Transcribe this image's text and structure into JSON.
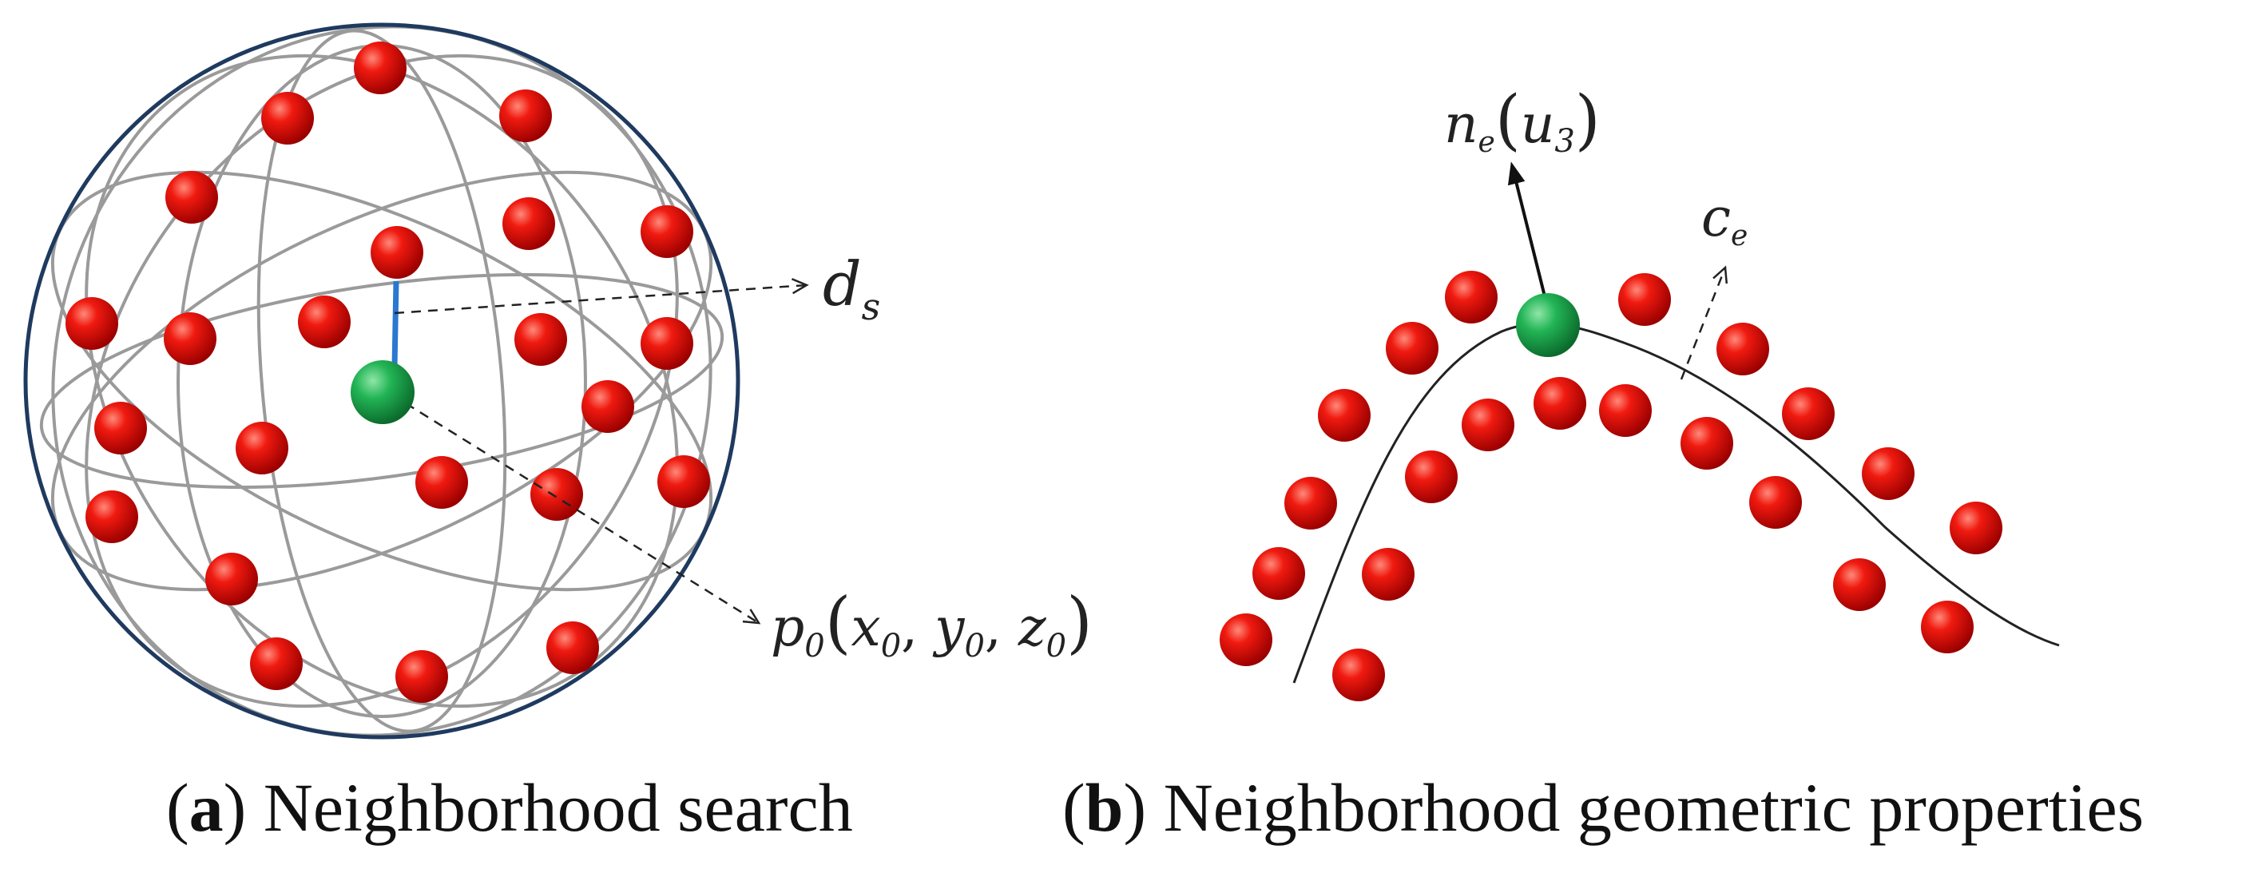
{
  "panel_a": {
    "caption_letter": "a",
    "caption_text": "Neighborhood search",
    "label_ds": {
      "main": "d",
      "sub": "s"
    },
    "label_p0": {
      "main": "p",
      "sub": "0",
      "args": [
        [
          "x",
          "0"
        ],
        [
          "y",
          "0"
        ],
        [
          "z",
          "0"
        ]
      ]
    },
    "colors": {
      "point": "#e00000",
      "center": "#1ea34a",
      "sphere": "#1f3a5f",
      "wire": "#9a9a9a",
      "radius": "#2a78d0"
    }
  },
  "panel_b": {
    "caption_letter": "b",
    "caption_text": "Neighborhood geometric properties",
    "label_normal": {
      "main": "n",
      "sub": "e",
      "arg": "u",
      "arg_sub": "3"
    },
    "label_curv": {
      "main": "c",
      "sub": "e"
    },
    "colors": {
      "point": "#e00000",
      "center": "#1ea34a",
      "curve": "#222222"
    }
  }
}
